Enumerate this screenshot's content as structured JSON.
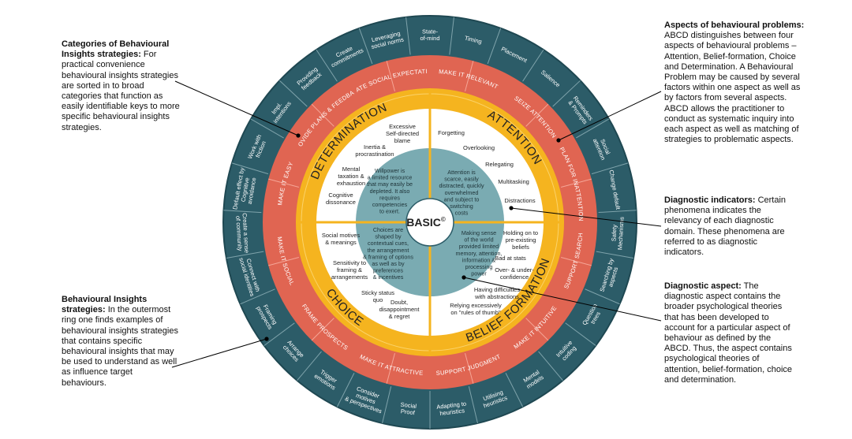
{
  "center": {
    "label": "BASIC",
    "mark": "©"
  },
  "domains": [
    "ATTENTION",
    "BELIEF FORMATION",
    "CHOICE",
    "DETERMINATION"
  ],
  "domain_descriptions": {
    "attention": [
      "Attention is",
      "scarce, easily",
      "distracted, quickly",
      "overwhelmed",
      "and subject to",
      "switching",
      "costs"
    ],
    "belief": [
      "Making sense",
      "of the world",
      "provided limited",
      "memory, attention,",
      "information &",
      "processing",
      "power"
    ],
    "choice": [
      "Choices are",
      "shaped by",
      "contextual cues,",
      "the arrangement",
      "& framing of options",
      "as well as by",
      "preferences",
      "& incentives"
    ],
    "determination": [
      "Willpower is",
      "a limited resource",
      "that may easily be",
      "depleted. It also",
      "requires",
      "competencies",
      "to exert."
    ]
  },
  "indicators": {
    "attention": [
      [
        "Forgetting"
      ],
      [
        "Overlooking"
      ],
      [
        "Relegating"
      ],
      [
        "Multitasking"
      ],
      [
        "Distractions"
      ]
    ],
    "belief": [
      [
        "Holding on to",
        "pre-existing",
        "beliefs"
      ],
      [
        "Bad at stats"
      ],
      [
        "Over- & under-",
        "confidence"
      ],
      [
        "Having difficulties",
        "with abstractions"
      ],
      [
        "Relying excessively",
        "on \"rules of thumb\""
      ]
    ],
    "choice": [
      [
        "Social motives",
        "& meanings"
      ],
      [
        "Sensitivity to",
        "framing &",
        "arrangements"
      ],
      [
        "Sticky status",
        "quo"
      ],
      [
        "Doubt,",
        "disappointment",
        "& regret"
      ]
    ],
    "determination": [
      [
        "Excessive",
        "Self-directed",
        "blame"
      ],
      [
        "Inertia &",
        "procrastination"
      ],
      [
        "Mental",
        "taxation &",
        "exhaustion"
      ],
      [
        "Cognitive",
        "dissonance"
      ]
    ]
  },
  "categories": [
    "MAKE IT RELEVANT",
    "SEIZE ATTENTION",
    "PLAN FOR INATTENTION",
    "SUPPORT SEARCH",
    "MAKE IT INTUITIVE",
    "SUPPORT JUDGMENT",
    "MAKE IT ATTRACTIVE",
    "FRAME PROSPECTS",
    "MAKE IT SOCIAL",
    "MAKE IT EASY",
    "PROVIDE PLANS & FEEDBACK",
    "CREATE SOCIAL EXPECTATIONS"
  ],
  "strategies": [
    [
      "State-",
      "of-mind"
    ],
    [
      "Timing"
    ],
    [
      "Placement"
    ],
    [
      "Salience"
    ],
    [
      "Reminders",
      "& Prompts"
    ],
    [
      "Social",
      "attention"
    ],
    [
      "Change default"
    ],
    [
      "Safety",
      "Mechanisms"
    ],
    [
      "Searching by",
      "aspects"
    ],
    [
      "Question",
      "trees"
    ],
    [
      "Intuitive",
      "coding"
    ],
    [
      "Mental",
      "models"
    ],
    [
      "Utilising",
      "heuristics"
    ],
    [
      "Adapting to",
      "heuristics"
    ],
    [
      "Social",
      "Proof"
    ],
    [
      "Consider",
      "motives",
      "& perspectives"
    ],
    [
      "Trigger",
      "emotions"
    ],
    [
      "Arrange",
      "choices"
    ],
    [
      "Framing",
      "prospects"
    ],
    [
      "Connect with",
      "social identities"
    ],
    [
      "Create a sense",
      "of community"
    ],
    [
      "Default effect by",
      "Cognitive",
      "avoidance"
    ],
    [
      "Work with",
      "friction"
    ],
    [
      "Impl.",
      "intentions"
    ],
    [
      "Providing",
      "feedback"
    ],
    [
      "Create",
      "commitments"
    ],
    [
      "Leveraging",
      "social norms"
    ]
  ],
  "annotations": {
    "categories": {
      "title": "Categories of Behavioural Insights strategies:",
      "body": " For practical convenience behavioural insights strategies are sorted in to broad categories that function as easily identifiable keys to more specific behavioural insights strategies."
    },
    "strategies": {
      "title": "Behavioural Insights strategies:",
      "body": "  In the outermost ring one finds examples of behavioural insights strategies that contains specific behavioural insights that may be used to understand as well as influence target behaviours."
    },
    "aspects": {
      "title": "Aspects of behavioural problems:",
      "body": " ABCD distinguishes between four aspects of behavioural problems – Attention, Belief-formation, Choice and Determination. A Behavioural Problem may be caused by several factors within one aspect as well as by factors from several aspects. ABCD allows the practitioner to conduct as systematic inquiry into each aspect as well as matching of strategies to problematic aspects."
    },
    "indicators": {
      "title": "Diagnostic indicators:",
      "body": " Certain phenomena indicates the relevancy of each diagnostic domain. These phenomena are referred to as diagnostic indicators."
    },
    "aspect": {
      "title": "Diagnostic aspect:",
      "body": " The diagnostic aspect contains the broader psychological theories that has been developed to account for a particular aspect of behaviour as defined by the ABCD. Thus, the aspect contains psychological theories of attention, belief-formation, choice and determination."
    }
  },
  "colors": {
    "outer_ring": "#2c5c68",
    "outer_border": "#24505b",
    "category_ring": "#e06552",
    "domain_ring": "#f5b41f",
    "indicator_area": "#ffffff",
    "inner_fill": "#7aabb2"
  }
}
